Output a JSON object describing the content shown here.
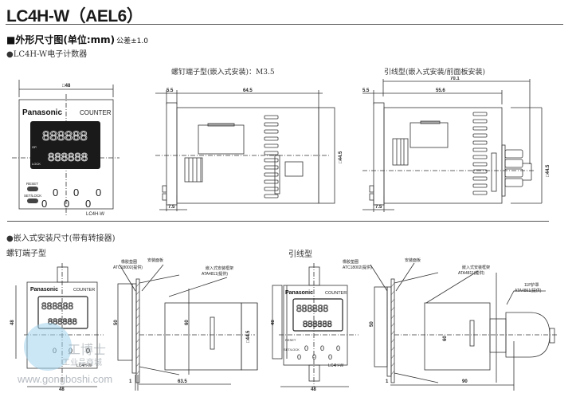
{
  "header": {
    "title": "LC4H-W（AEL6）"
  },
  "section1": {
    "heading": "■外形尺寸图(单位:mm)",
    "tolerance": "公差±1.0",
    "subheading": "●LC4H-W电子计数器",
    "front_view": {
      "width_label": "□48",
      "brand": "Panasonic",
      "counter_label": "COUNTER",
      "display_row1": "888888",
      "display_row2": "888888",
      "op_label": "OP.",
      "lock_label": "LOCK",
      "reset_label": "RESET",
      "setlock_label": "SET/LOCK",
      "model_label": "LC4H-W",
      "key_glyph": "0"
    },
    "screw_view": {
      "caption": "螺钉端子型(嵌入式安装)：M3.5",
      "dim_front": "5.5",
      "dim_body": "64.5",
      "dim_height": "□44.5",
      "dim_bottom": "7.5"
    },
    "lead_view": {
      "caption": "引线型(嵌入式安装/前面板安装)",
      "dim_total": "70.1",
      "dim_front": "5.5",
      "dim_body": "55.6",
      "dim_height": "□44.5",
      "dim_bottom": "7.5"
    }
  },
  "section2": {
    "heading": "●嵌入式安装尺寸(带有转接器)",
    "screw": {
      "caption": "螺钉端子型",
      "dim_height_front": "48",
      "dim_width_front": "48",
      "label_gasket": "橡胶垫圈",
      "label_gasket_part": "ATC18002(提供)",
      "label_panel": "安装面板",
      "label_frame": "嵌入式安装框架",
      "label_frame_part": "ATA4811(提供)",
      "dim_50": "50",
      "dim_60": "60",
      "dim_445": "□44.5",
      "dim_1": "1",
      "dim_635": "63.5"
    },
    "lead": {
      "caption": "引线型",
      "dim_height_front": "48",
      "dim_width_front": "48",
      "label_gasket": "橡胶垫圈",
      "label_gasket_part": "ATC18002(提供)",
      "label_panel": "安装面板",
      "label_frame": "嵌入式安装框架",
      "label_frame_part": "ATA4811(提供)",
      "label_cover": "11P护罩",
      "label_cover_part": "ATA4861(提供)",
      "dim_50": "50",
      "dim_60": "60",
      "dim_1": "1",
      "dim_90": "90"
    }
  },
  "watermark": {
    "site": "www.gongboshi.com",
    "brand_cn": "工博士",
    "tagline": "工业品商城"
  }
}
